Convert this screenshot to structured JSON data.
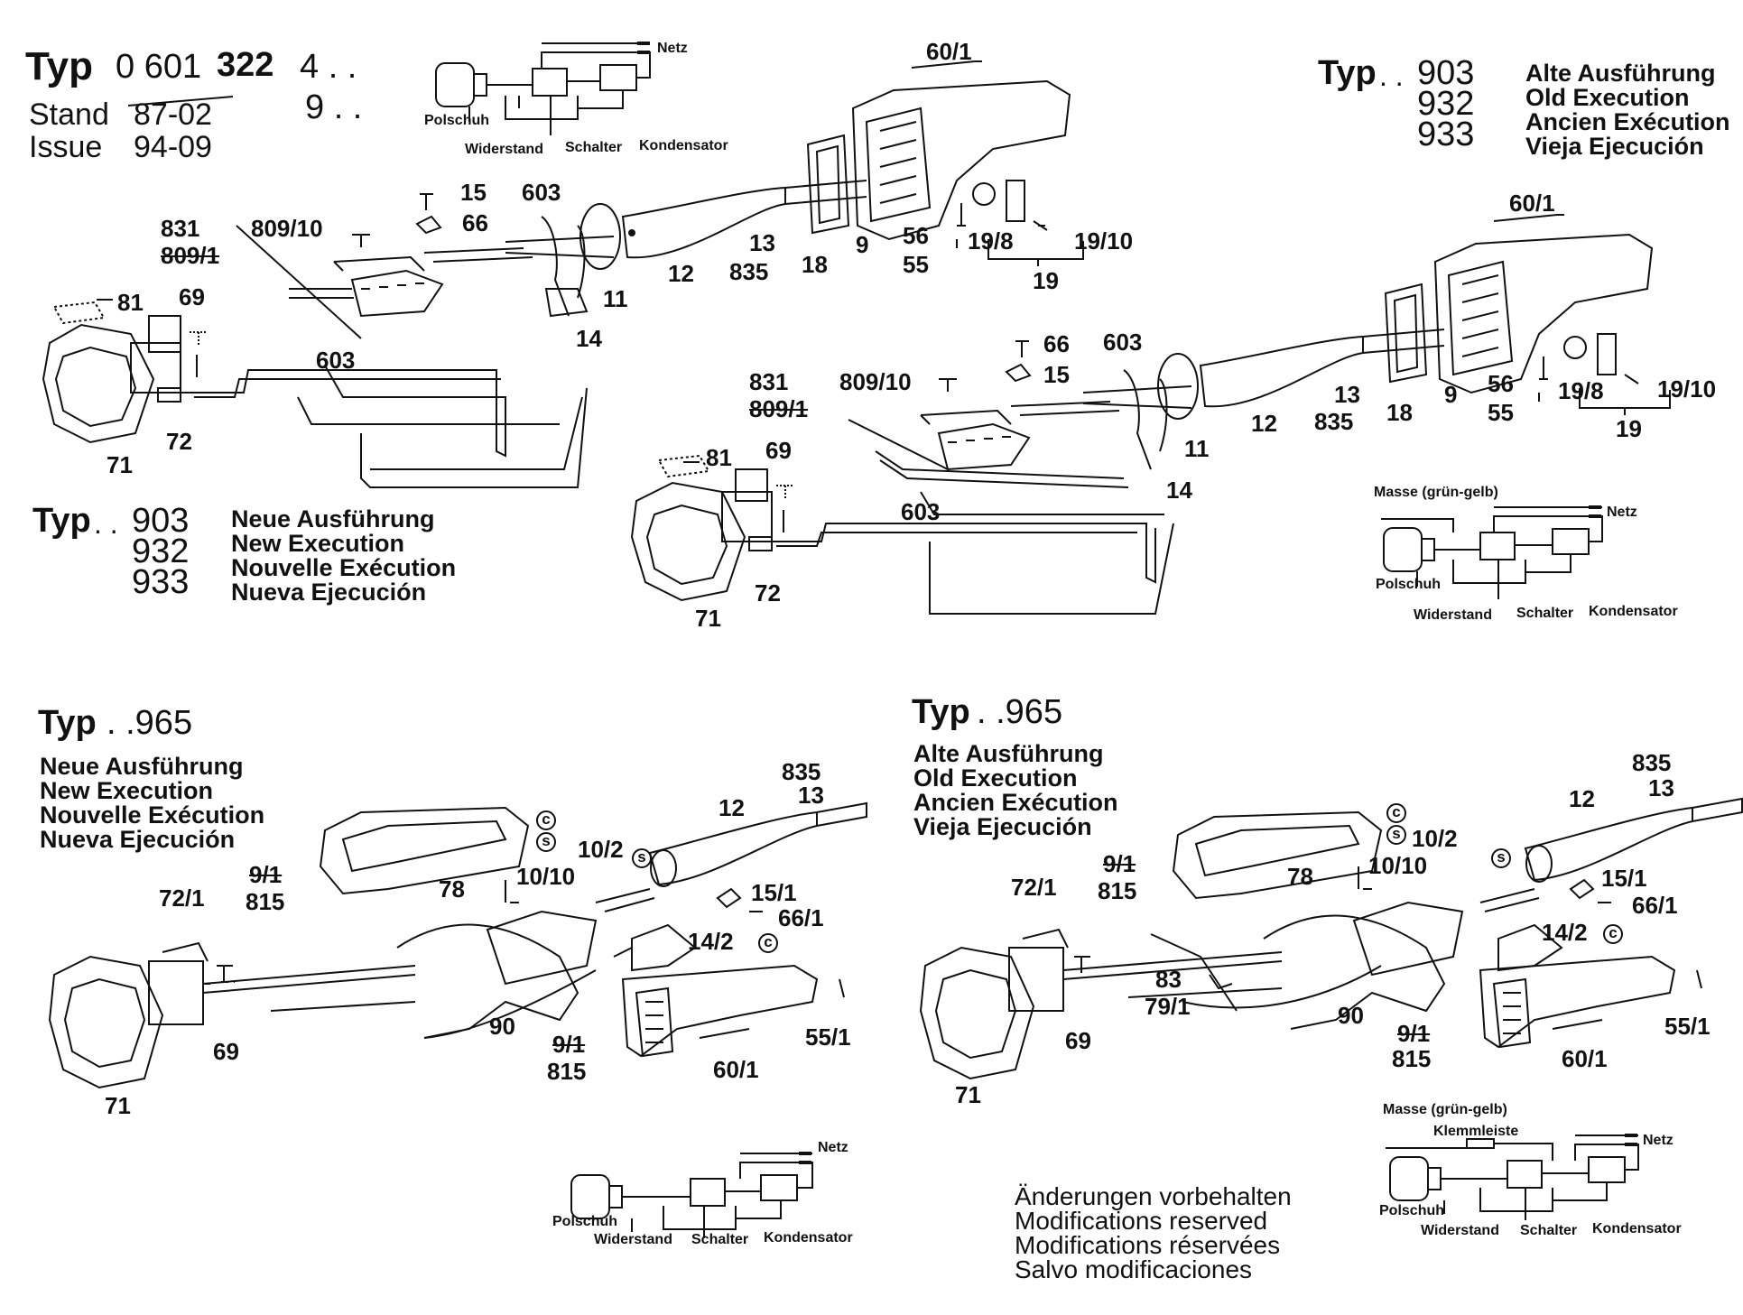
{
  "header": {
    "typ_word": "Typ",
    "type_number_a": "0 601",
    "type_number_b": "322",
    "type_suffix_1": "4 . .",
    "type_suffix_2": "9 . .",
    "stand_label": "Stand",
    "stand_old": "87-02",
    "issue_label": "Issue",
    "issue_value": "94-09"
  },
  "sections": {
    "old_903": {
      "typ": "Typ",
      "dots": ". .",
      "models": [
        "903",
        "932",
        "933"
      ],
      "lines": [
        "Alte Ausführung",
        "Old Execution",
        "Ancien Exécution",
        "Vieja Ejecución"
      ]
    },
    "new_903": {
      "typ": "Typ",
      "dots": ". .",
      "models": [
        "903",
        "932",
        "933"
      ],
      "lines": [
        "Neue Ausführung",
        "New Execution",
        "Nouvelle Exécution",
        "Nueva Ejecución"
      ]
    },
    "new_965": {
      "typ": "Typ",
      "model": ". .965",
      "lines": [
        "Neue Ausführung",
        "New Execution",
        "Nouvelle Exécution",
        "Nueva Ejecución"
      ]
    },
    "old_965": {
      "typ": "Typ",
      "model": ". .965",
      "lines": [
        "Alte Ausführung",
        "Old Execution",
        "Ancien Exécution",
        "Vieja Ejecución"
      ]
    }
  },
  "wiring": {
    "netz": "Netz",
    "polschuh": "Polschuh",
    "widerstand": "Widerstand",
    "schalter": "Schalter",
    "kondensator": "Kondensator",
    "masse": "Masse (grün-gelb)",
    "klemmleiste": "Klemmleiste"
  },
  "parts_upper_left": [
    "60/1",
    "15",
    "66",
    "603",
    "831",
    "809/1",
    "809/10",
    "81",
    "69",
    "71",
    "72",
    "603",
    "11",
    "12",
    "13",
    "835",
    "14",
    "18",
    "9",
    "56",
    "55",
    "19/8",
    "19/10",
    "19"
  ],
  "parts_upper_right": [
    "60/1",
    "66",
    "15",
    "603",
    "831",
    "809/1",
    "809/10",
    "81",
    "69",
    "71",
    "72",
    "603",
    "11",
    "12",
    "13",
    "835",
    "14",
    "18",
    "9",
    "56",
    "55",
    "19/8",
    "19/10",
    "19"
  ],
  "parts_lower_left": [
    "835",
    "13",
    "12",
    "10/2",
    "10/10",
    "9/1",
    "815",
    "78",
    "72/1",
    "15/1",
    "66/1",
    "14/2",
    "90",
    "69",
    "71",
    "9/1",
    "815",
    "60/1",
    "55/1"
  ],
  "parts_lower_right": [
    "835",
    "13",
    "12",
    "10/2",
    "10/10",
    "9/1",
    "815",
    "78",
    "72/1",
    "15/1",
    "66/1",
    "14/2",
    "83",
    "79/1",
    "90",
    "69",
    "71",
    "9/1",
    "815",
    "60/1",
    "55/1"
  ],
  "symbols": {
    "c": "c",
    "s": "s"
  },
  "footer": [
    "Änderungen vorbehalten",
    "Modifications reserved",
    "Modifications réservées",
    "Salvo modificaciones"
  ]
}
